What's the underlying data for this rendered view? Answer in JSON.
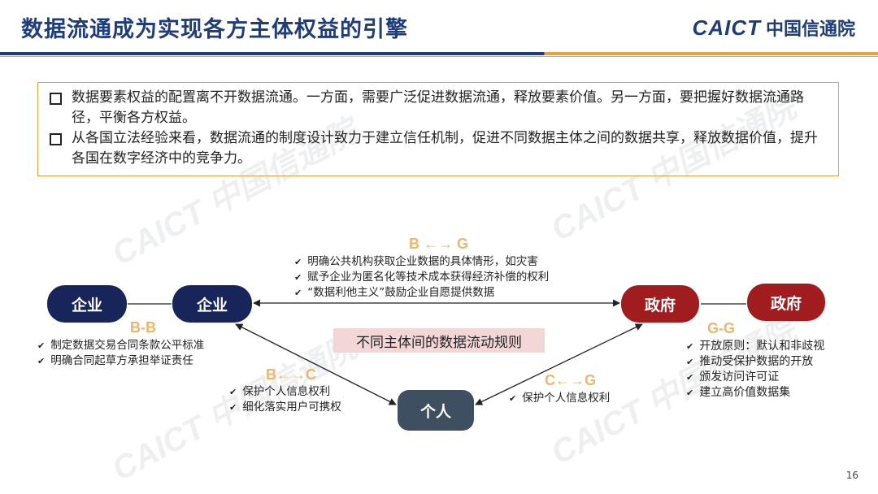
{
  "header": {
    "title": "数据流通成为实现各方主体权益的引擎",
    "logo_en": "CAICT",
    "logo_cn": "中国信通院"
  },
  "intro": {
    "bullets": [
      "数据要素权益的配置离不开数据流通。一方面，需要广泛促进数据流通，释放要素价值。另一方面，要把握好数据流通路径，平衡各方权益。",
      "从各国立法经验来看，数据流通的制度设计致力于建立信任机制，促进不同数据主体之间的数据共享，释放数据价值，提升各国在数字经济中的竞争力。"
    ]
  },
  "watermark": "CAICT 中国信通院",
  "diagram": {
    "nodes": {
      "enterprise_left": "企业",
      "enterprise_right": "企业",
      "government_left": "政府",
      "government_right": "政府",
      "individual": "个人"
    },
    "center_label": "不同主体间的数据流动规则",
    "relations": {
      "bg": {
        "label": "B ←→ G",
        "items": [
          "明确公共机构获取企业数据的具体情形，如灾害",
          "赋予企业为匿名化等技术成本获得经济补偿的权利",
          "“数据利他主义”鼓励企业自愿提供数据"
        ]
      },
      "bb": {
        "label": "B-B",
        "items": [
          "制定数据交易合同条款公平标准",
          "明确合同起草方承担举证责任"
        ]
      },
      "bc": {
        "label": "B←→C",
        "items": [
          "保护个人信息权利",
          "细化落实用户可携权"
        ]
      },
      "cg": {
        "label": "C←→G",
        "items": [
          "保护个人信息权利"
        ]
      },
      "gg": {
        "label": "G-G",
        "items": [
          "开放原则：默认和非歧视",
          "推动受保护数据的开放",
          "颁发访问许可证",
          "建立高价值数据集"
        ]
      }
    }
  },
  "page_number": "16",
  "colors": {
    "navy": "#17255a",
    "red": "#a01c1f",
    "grey": "#3e4f61",
    "accent": "#e6a23c"
  }
}
